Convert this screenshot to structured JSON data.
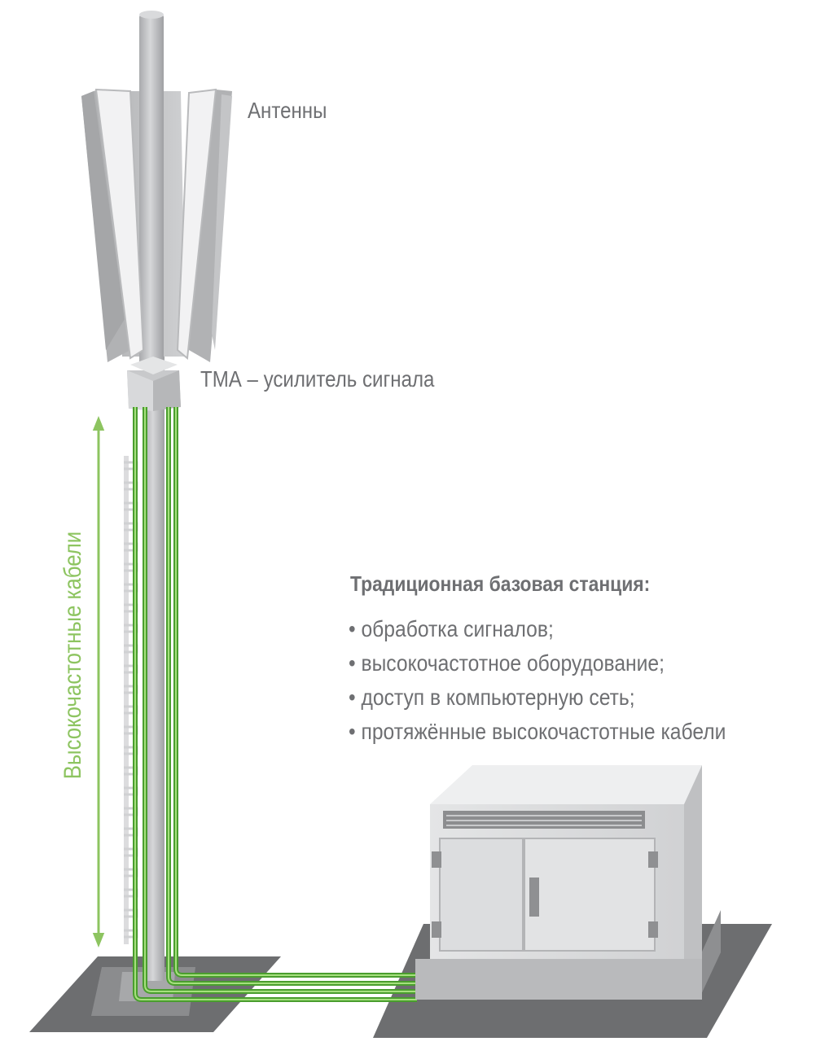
{
  "labels": {
    "antennas": "Антенны",
    "tma": "ТМА – усилитель сигнала",
    "cables": "Высокочастотные кабели"
  },
  "base_station": {
    "title": "Традиционная базовая станция:",
    "items": [
      "обработка сигналов;",
      "высокочастотное оборудование;",
      "доступ в компьютерную сеть;",
      "протяжённые высокочастотные кабели"
    ]
  },
  "colors": {
    "cable_green": "#4a9e2e",
    "arrow_green": "#8dc460",
    "text_gray": "#6e6f72",
    "metal_gray": "#c2c3c5"
  }
}
